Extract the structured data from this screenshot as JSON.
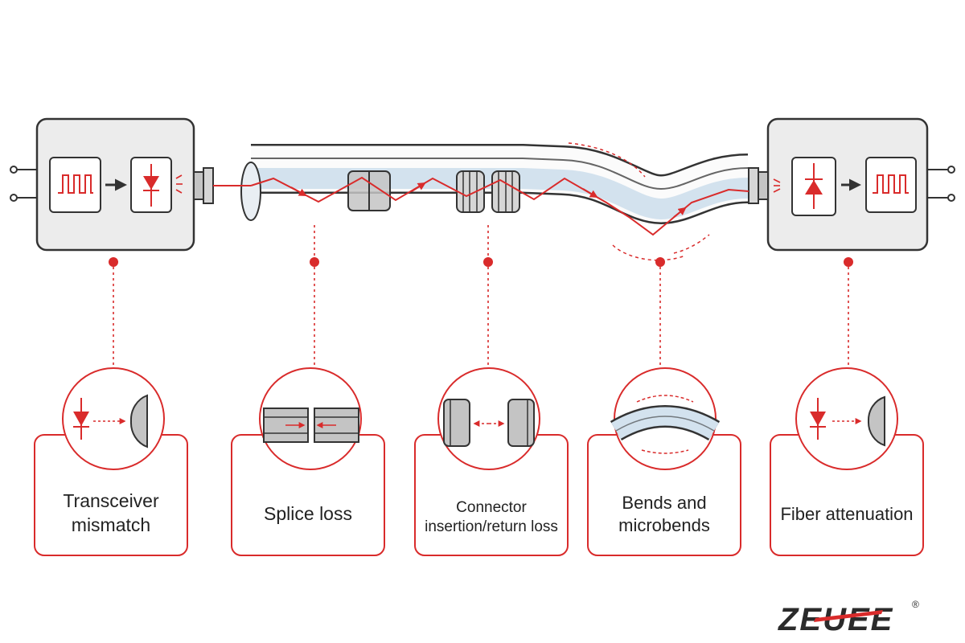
{
  "colors": {
    "accent": "#d92b2b",
    "outline": "#333333",
    "device_fill": "#ececec",
    "fiber_core": "#d3e2ee",
    "connector_fill": "#c4c4c4",
    "text": "#222222"
  },
  "transmitter": {
    "signal_icon": "square-wave-icon",
    "source_icon": "diode-icon"
  },
  "receiver": {
    "detector_icon": "photodiode-icon",
    "signal_icon": "square-wave-icon"
  },
  "loss_points": [
    {
      "id": "transceiver",
      "lines": [
        "Transceiver",
        "mismatch"
      ],
      "icon": "diode-lens-icon"
    },
    {
      "id": "splice",
      "lines": [
        "Splice loss"
      ],
      "icon": "splice-icon"
    },
    {
      "id": "connector",
      "lines": [
        "Connector",
        "insertion/return loss"
      ],
      "icon": "connector-pair-icon"
    },
    {
      "id": "bends",
      "lines": [
        "Bends and",
        "microbends"
      ],
      "icon": "bent-fiber-icon"
    },
    {
      "id": "attenuation",
      "lines": [
        "Fiber attenuation"
      ],
      "icon": "diode-lens-icon"
    }
  ],
  "brand": {
    "name": "ZEUEE",
    "mark": "®"
  }
}
